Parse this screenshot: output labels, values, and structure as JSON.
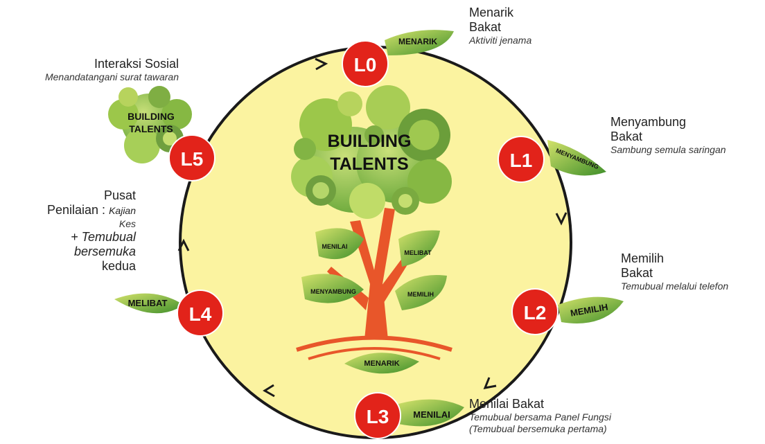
{
  "center": {
    "line1": "BUILDING",
    "line2": "TALENTS"
  },
  "tree_leaves": [
    "MENILAI",
    "MELIBAT",
    "MENYAMBUNG",
    "MEMILIH",
    "MENARIK"
  ],
  "nodes": [
    {
      "id": "L0",
      "leaf": "MENARIK",
      "title1": "Menarik",
      "title2": "Bakat",
      "sub1": "Aktiviti jenama"
    },
    {
      "id": "L1",
      "leaf": "MENYAMBUNG",
      "title1": "Menyambung",
      "title2": "Bakat",
      "sub1": "Sambung semula saringan"
    },
    {
      "id": "L2",
      "leaf": "MEMILIH",
      "title1": "Memilih",
      "title2": "Bakat",
      "sub1": "Temubual melalui telefon"
    },
    {
      "id": "L3",
      "leaf": "MENILAI",
      "title1": "Menilai Bakat",
      "sub1": "Temubual bersama Panel Fungsi",
      "sub2": "(Temubual bersemuka pertama)"
    },
    {
      "id": "L4",
      "leaf": "MELIBAT",
      "title1": "Pusat",
      "title2": "Penilaian :",
      "sub_inline": "Kajian",
      "sub2": "Kes",
      "sub3": "+ Temubual",
      "sub4": "bersemuka",
      "title3": "kedua"
    },
    {
      "id": "L5",
      "leaf_line1": "BUILDING",
      "leaf_line2": "TALENTS",
      "title1": "Interaksi Sosial",
      "sub1": "Menandatangani surat tawaran"
    }
  ],
  "colors": {
    "bg_circle": "#fbf3a0",
    "node": "#e2231a",
    "ring": "#1a1a1a",
    "leaf_light": "#c8dc5a",
    "leaf_dark": "#4f9a2f",
    "trunk": "#e8562a"
  }
}
